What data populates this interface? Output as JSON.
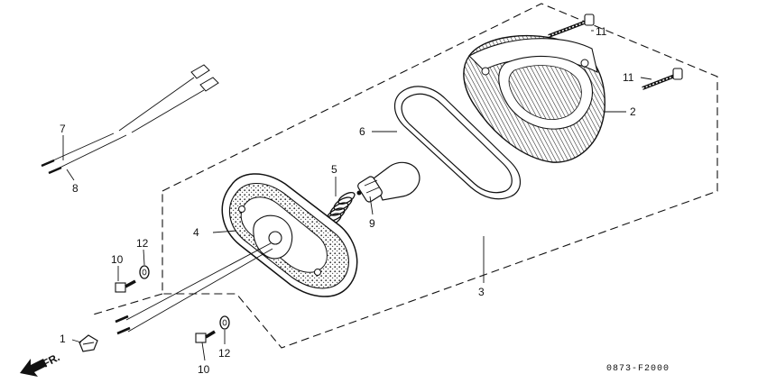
{
  "callouts": {
    "c1": "1",
    "c2": "2",
    "c3": "3",
    "c4": "4",
    "c5": "5",
    "c6": "6",
    "c7": "7",
    "c8": "8",
    "c9": "9",
    "c10a": "10",
    "c10b": "10",
    "c11a": "11",
    "c11b": "11",
    "c12a": "12",
    "c12b": "12"
  },
  "direction_label": "FR.",
  "drawing_code": "0873-F2000"
}
